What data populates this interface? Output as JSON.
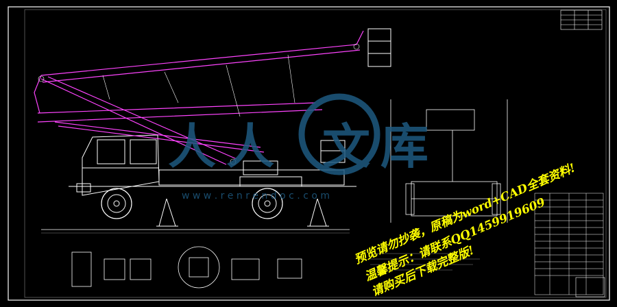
{
  "drawing": {
    "background": "#000000",
    "frame_color": "#ffffff",
    "boom_color": "#ff44ff",
    "truck_color": "#ffffff",
    "watermark_color": "#1e5a80",
    "annotation_color": "#ffff00"
  },
  "watermark": {
    "logo_chars": [
      "人",
      "人",
      "文",
      "库"
    ],
    "url": "w w w . r e n r e n d o c . c o m"
  },
  "annotations": {
    "line1": "预览请勿抄袭，原稿为word+CAD全套资料!",
    "line2": "温馨提示：请联系QQ1459919609",
    "line3": "请购买后下载完整版!"
  }
}
